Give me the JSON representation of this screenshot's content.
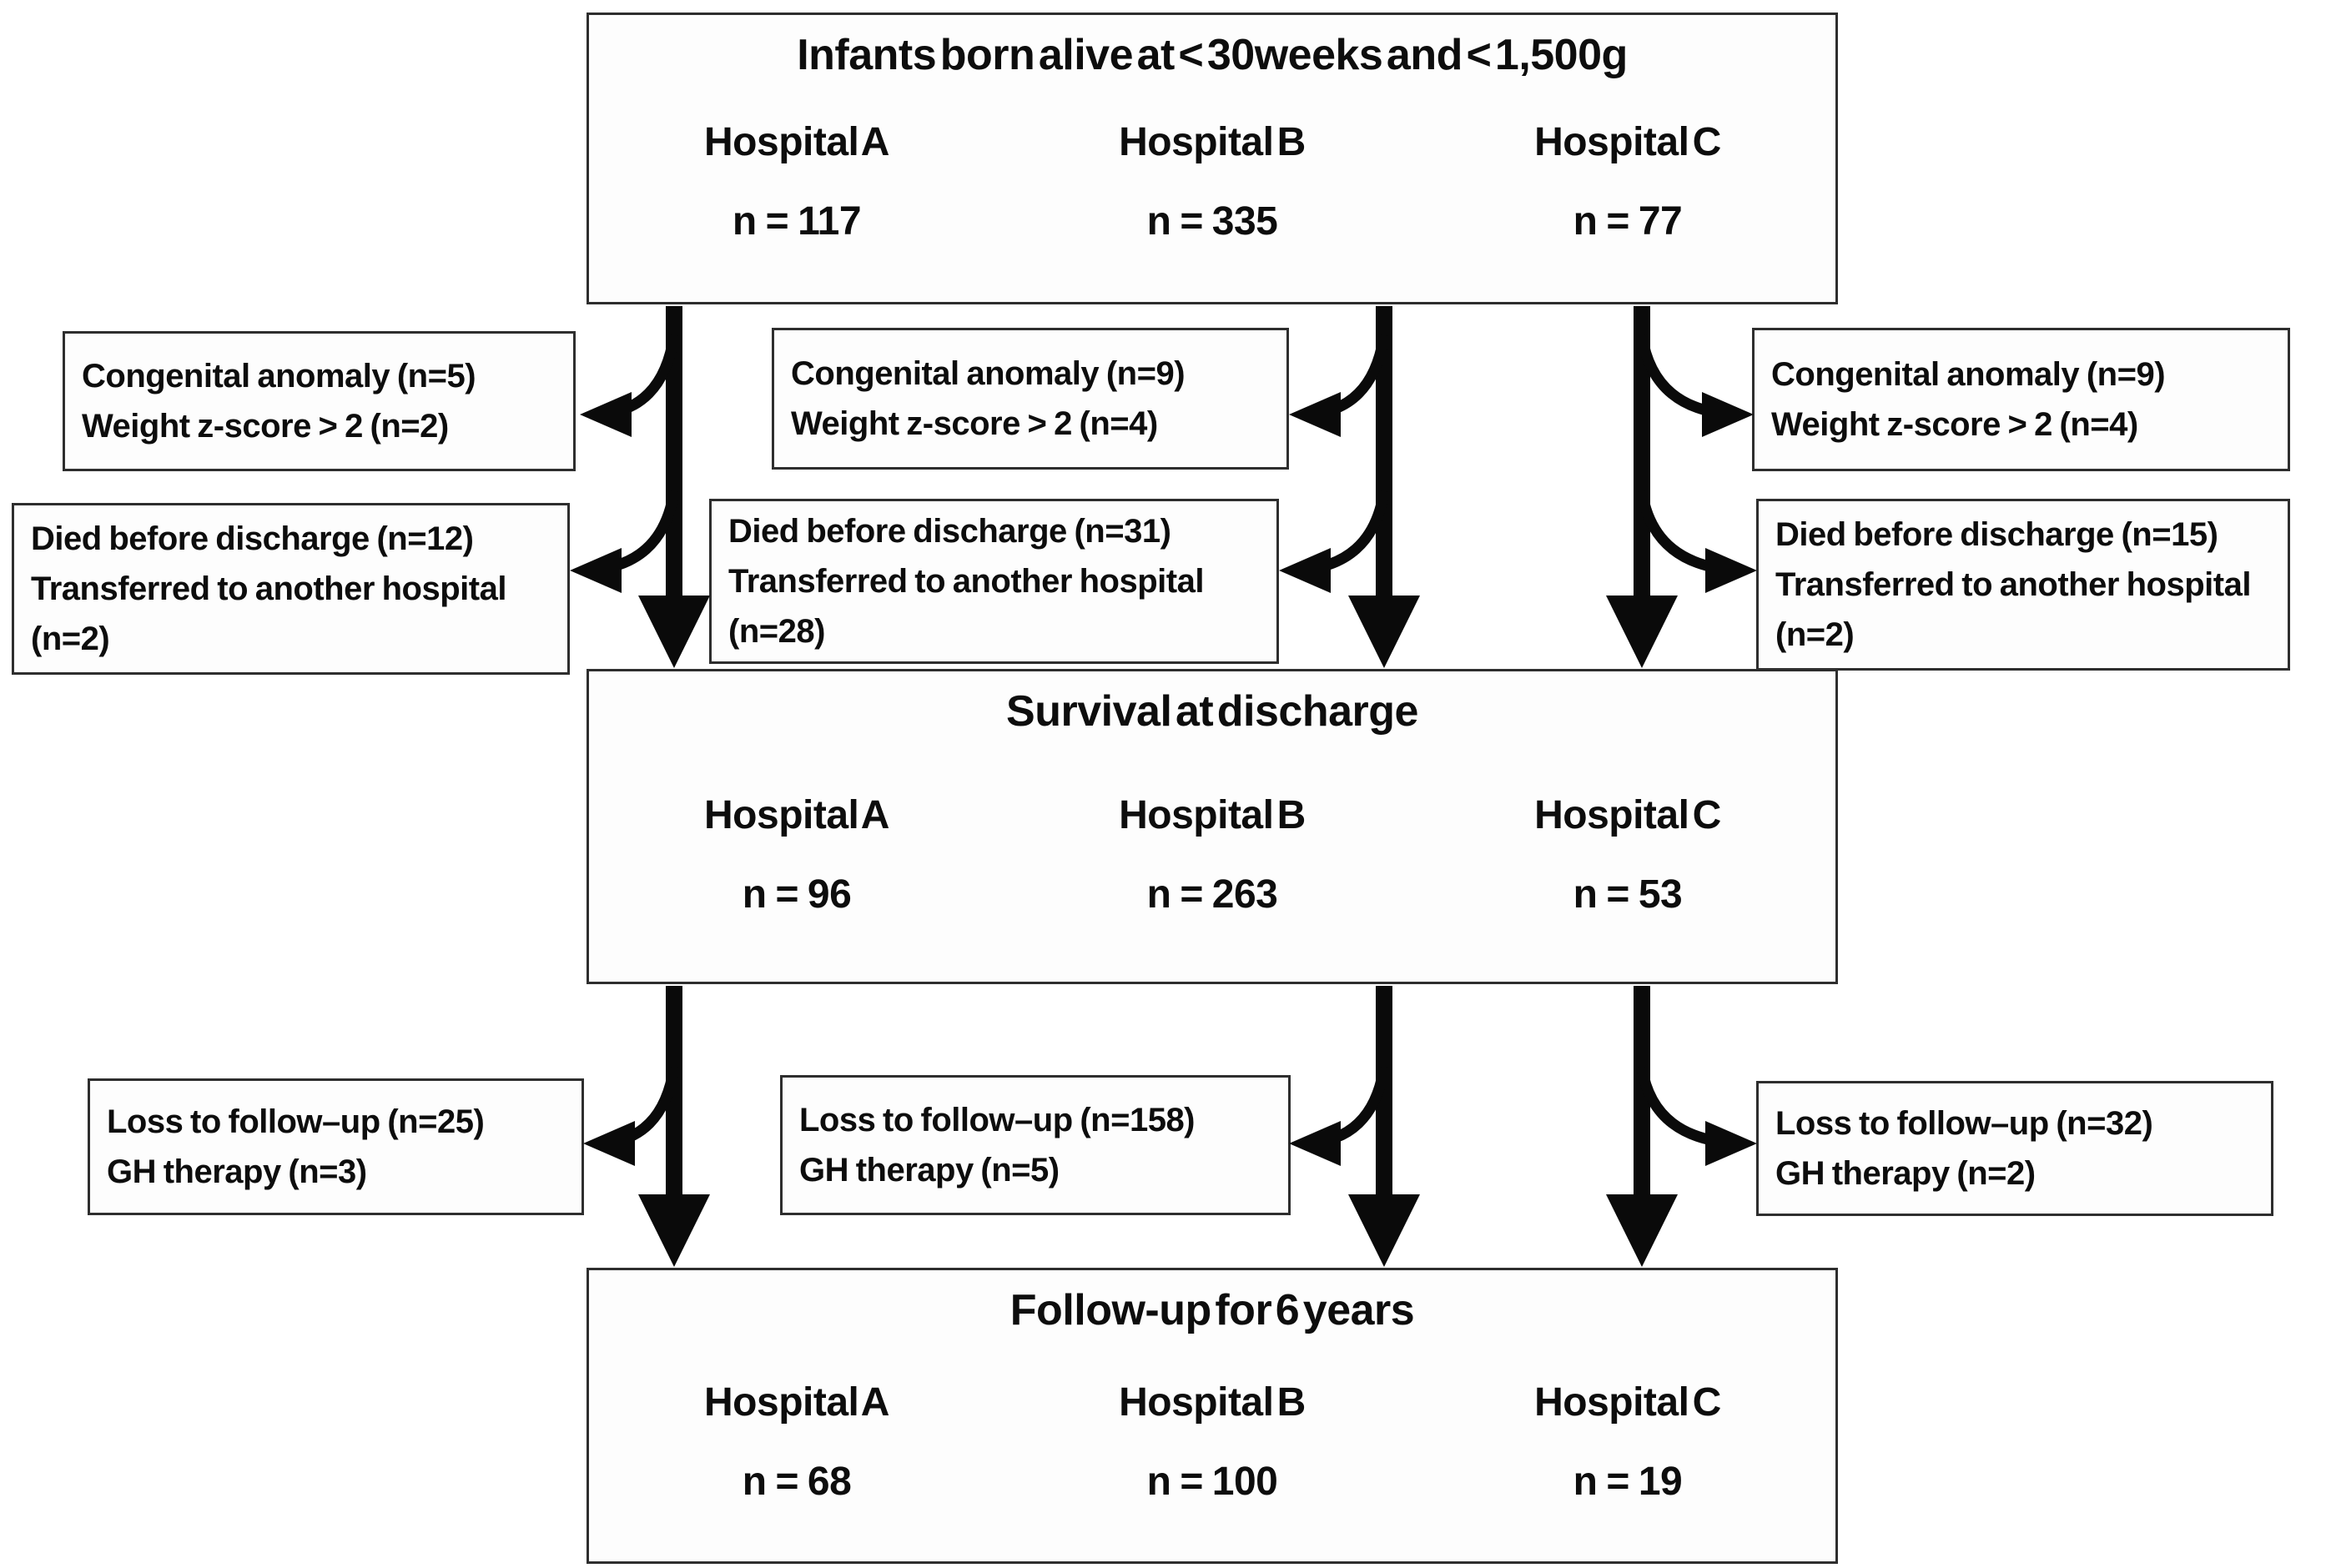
{
  "colors": {
    "ink": "#0a0a0a",
    "border": "#2e2e2e",
    "background": "#ffffff"
  },
  "boxes": {
    "top": {
      "title": "Infants born alive at < 30weeks and < 1,500g",
      "cols": [
        {
          "label": "Hospital A",
          "n": "n = 117"
        },
        {
          "label": "Hospital B",
          "n": "n = 335"
        },
        {
          "label": "Hospital C",
          "n": "n = 77"
        }
      ]
    },
    "survival": {
      "title": "Survival at discharge",
      "cols": [
        {
          "label": "Hospital A",
          "n": "n = 96"
        },
        {
          "label": "Hospital B",
          "n": "n = 263"
        },
        {
          "label": "Hospital C",
          "n": "n = 53"
        }
      ]
    },
    "followup": {
      "title": "Follow-up for 6 years",
      "cols": [
        {
          "label": "Hospital A",
          "n": "n = 68"
        },
        {
          "label": "Hospital B",
          "n": "n = 100"
        },
        {
          "label": "Hospital C",
          "n": "n = 19"
        }
      ]
    }
  },
  "exclusions": [
    {
      "line1": "Congenital anomaly (n=5)",
      "line2": "Weight z-score > 2 (n=2)"
    },
    {
      "line1": "Congenital anomaly (n=9)",
      "line2": "Weight z-score > 2 (n=4)"
    },
    {
      "line1": "Congenital anomaly (n=9)",
      "line2": "Weight z-score > 2 (n=4)"
    },
    {
      "line1": "Died before discharge (n=12)",
      "line2": "Transferred to another hospital (n=2)"
    },
    {
      "line1": "Died before discharge (n=31)",
      "line2": "Transferred to another hospital (n=28)"
    },
    {
      "line1": "Died before discharge (n=15)",
      "line2": "Transferred to another hospital (n=2)"
    },
    {
      "line1": "Loss to follow–up (n=25)",
      "line2": "GH therapy (n=3)"
    },
    {
      "line1": "Loss to follow–up (n=158)",
      "line2": "GH therapy (n=5)"
    },
    {
      "line1": "Loss to follow–up (n=32)",
      "line2": "GH therapy (n=2)"
    }
  ]
}
